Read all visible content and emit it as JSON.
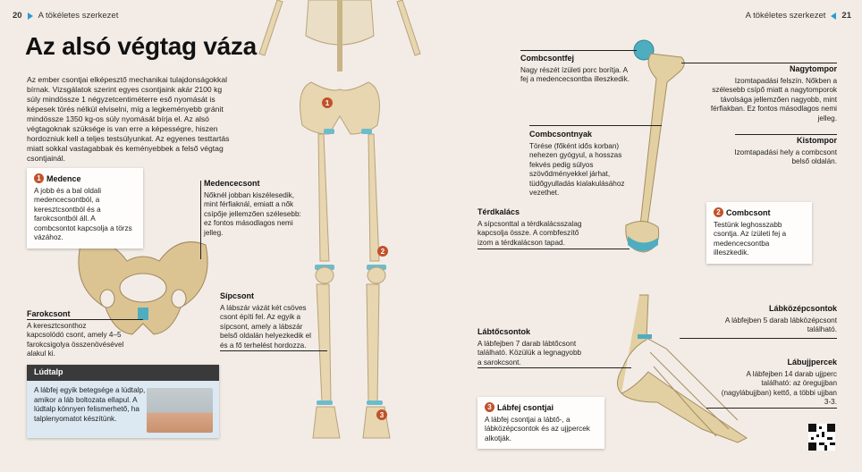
{
  "header": {
    "left_page": "20",
    "left_title": "A tökéletes szerkezet",
    "right_title": "A tökéletes szerkezet",
    "right_page": "21"
  },
  "title": "Az alsó végtag váza",
  "intro": "Az ember csontjai elképesztő mechanikai tulajdonságokkal bírnak. Vizsgálatok szerint egyes csontjaink akár 2100 kg súly mindössze 1 négyzetcentiméterre eső nyomását is képesek törés nélkül elviselni, míg a legkeményebb gránit mindössze 1350 kg-os súly nyomását bírja el. Az alsó végtagoknak szükség­e is van erre a képességre, hiszen hordozniuk kell a teljes testsúlyunkat. Az egyenes testtartás miatt sokkal vastagabbak és keményebbek a felső végtag csontjainál.",
  "cards": {
    "medence": {
      "num": "1",
      "title": "Medence",
      "text": "A jobb és a bal oldali medencecsontból, a keresztcsontból és a farokcsontból áll. A combcsontot kapcsolja a törzs vázához."
    },
    "combcsont": {
      "num": "2",
      "title": "Combcsont",
      "text": "Testünk leghosszabb csontja. Az ízületi fej a medencecsontba illeszkedik."
    },
    "labfej": {
      "num": "3",
      "title": "Lábfej csontjai",
      "text": "A lábfej csontjai a lábtő-, a lábközépcsontok és az ujjpercek alkotják."
    }
  },
  "labels": {
    "medencecsont": {
      "title": "Medencecsont",
      "text": "Nőknél jobban kiszélesedik, mint férfiaknál, emiatt a nők csípője jellemzően szélesebb: ez fontos másodlagos nemi jelleg."
    },
    "farokcsont": {
      "title": "Farokcsont",
      "text": "A keresztcsonthoz kapcsolódó csont, amely 4–5 farokcsigolya összenövésével alakul ki."
    },
    "sipcsont": {
      "title": "Sípcsont",
      "text": "A lábszár vázát két csöves csont építi fel. Az egyik a sípcsont, amely a lábszár belső oldalán helyezkedik el és a fő terhelést hordozza."
    },
    "combcsontfej": {
      "title": "Combcsontfej",
      "text": "Nagy részét ízületi porc borítja. A fej a medencecsontba illeszkedik."
    },
    "combcsontnyak": {
      "title": "Combcsontnyak",
      "text": "Törése (főként idős korban) nehezen gyógyul, a hosszas fekvés pedig súlyos szövődményekkel járhat, tüdőgyulladás kialakulásához vezethet."
    },
    "terdkalacs": {
      "title": "Térdkalács",
      "text": "A sípcsonttal a térdkalácsszalag kapcsolja össze. A combfeszítő izom a térdkalácson tapad."
    },
    "labtocsontok": {
      "title": "Lábtőcsontok",
      "text": "A lábfejben 7 darab lábtőcsont található. Közülük a legnagyobb a sarokcsont."
    },
    "nagytompor": {
      "title": "Nagytompor",
      "text": "Izomtapadási felszín. Nőkben a szélesebb csípő miatt a nagytomporok távolsága jellemzően nagyobb, mint férfiakban. Ez fontos másodlagos nemi jelleg."
    },
    "kistompor": {
      "title": "Kistompor",
      "text": "Izomtapadási hely a combcsont belső oldalán."
    },
    "labkozepcsontok": {
      "title": "Lábközépcsontok",
      "text": "A lábfejben 5 darab lábközépcsont található."
    },
    "labujjpercek": {
      "title": "Lábujjpercek",
      "text": "A lábfejben 14 darab ujjperc található: az öregujjban (nagylábujjban) kettő, a többi ujjban 3-3."
    }
  },
  "ludtalp": {
    "title": "Lúdtalp",
    "text": "A lábfej egyik betegsége a lúdtalp, amikor a láb boltozata ellapul. A lúdtalp könnyen felismerhető, ha talplenyomatot készítünk."
  },
  "skeleton_markers": [
    "1",
    "2",
    "3"
  ],
  "colors": {
    "accent": "#2a9bd2",
    "marker": "#c0522a",
    "bone": "#e7d6b0",
    "cartilage": "#5fb3c4"
  }
}
